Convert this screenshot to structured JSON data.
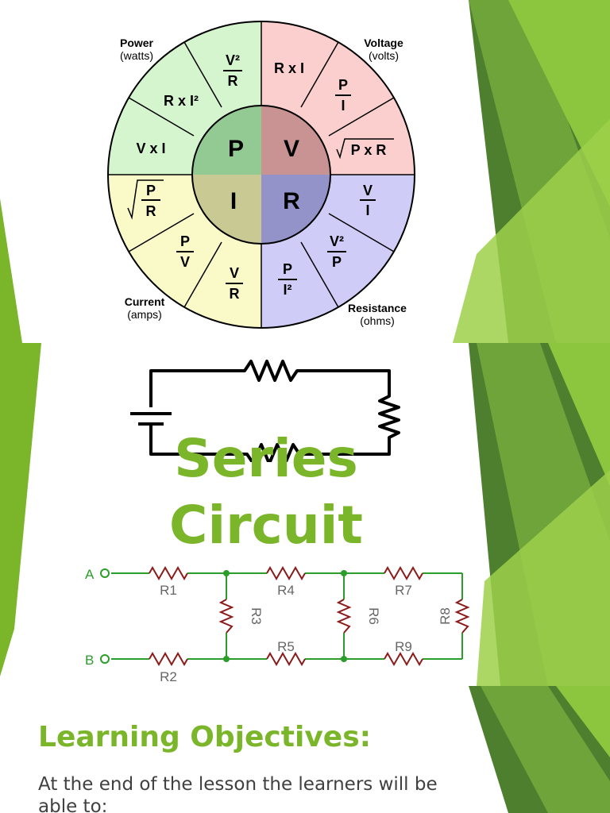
{
  "slide1": {
    "wheel": {
      "quadrants": [
        {
          "letter": "P",
          "label": "Power",
          "unit": "(watts)"
        },
        {
          "letter": "V",
          "label": "Voltage",
          "unit": "(volts)"
        },
        {
          "letter": "I",
          "label": "Current",
          "unit": "(amps)"
        },
        {
          "letter": "R",
          "label": "Resistance",
          "unit": "(ohms)"
        }
      ],
      "formulas": {
        "p_v2_r_num": "V²",
        "p_v2_r_den": "R",
        "p_ri2": "R x I²",
        "p_vi": "V x I",
        "v_rxi": "R x I",
        "v_pi_num": "P",
        "v_pi_den": "I",
        "v_sqrt_pr": "P x R",
        "i_sqrt_pr_num": "P",
        "i_sqrt_pr_den": "R",
        "i_pv_num": "P",
        "i_pv_den": "V",
        "i_vr_num": "V",
        "i_vr_den": "R",
        "r_vi_num": "V",
        "r_vi_den": "I",
        "r_v2p_num": "V²",
        "r_v2p_den": "P",
        "r_pi2_num": "P",
        "r_pi2_den": "I²"
      }
    }
  },
  "slide2": {
    "title_line1": "Series",
    "title_line2": "Circuit",
    "network": {
      "terminals": [
        "A",
        "B"
      ],
      "resistors": [
        "R1",
        "R2",
        "R3",
        "R4",
        "R5",
        "R6",
        "R7",
        "R8",
        "R9"
      ]
    }
  },
  "slide3": {
    "heading": "Learning Objectives:",
    "body": "At the end of the lesson the learners will be able to:"
  },
  "colors": {
    "accent_green": "#7ab52a",
    "power_green": "#d5f5cf",
    "voltage_pink": "#fccfcf",
    "current_yellow": "#fafac9",
    "resistance_blue": "#cfcdf8"
  }
}
